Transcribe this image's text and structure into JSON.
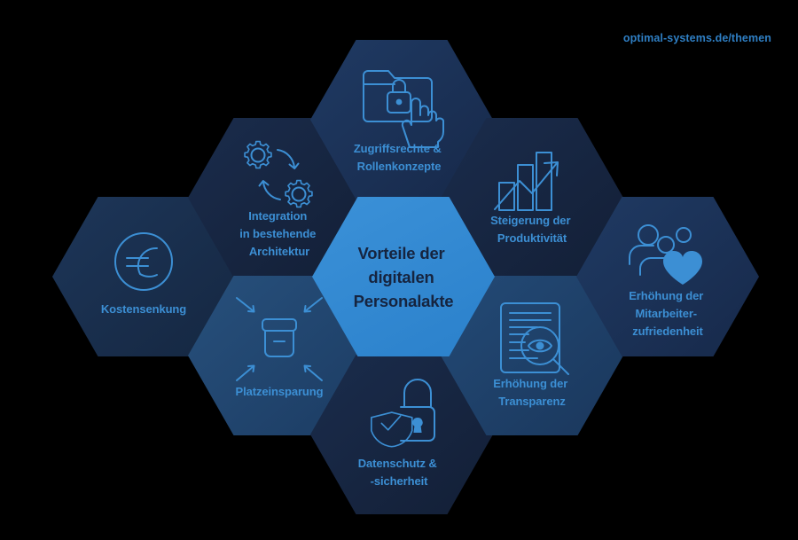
{
  "page": {
    "background_color": "#000000",
    "url_watermark": "optimal-systems.de/themen",
    "watermark_color": "#2f7fc4"
  },
  "center": {
    "name": "center-hexagon",
    "line1": "Vorteile der",
    "line2": "digitalen",
    "line3": "Personalakte",
    "fill_color": "#3086d1",
    "text_color": "#16243f"
  },
  "palette": {
    "hex_dark": "#16243f",
    "hex_mid": "#1b3257",
    "hex_light": "#23466e",
    "accent": "#3c8fd4",
    "center_blue": "#3086d1"
  },
  "hexagons": [
    {
      "id": "zugriffsrechte",
      "icon": "folder-lock-cursor-icon",
      "line1": "Zugriffsrechte &",
      "line2": "Rollenkonzepte",
      "fill_color": "#1b3257"
    },
    {
      "id": "integration",
      "icon": "gears-cycle-icon",
      "line1": "Integration",
      "line2": "in bestehende",
      "line3": "Architektur",
      "fill_color": "#16243f"
    },
    {
      "id": "kostensenkung",
      "icon": "euro-coin-icon",
      "line1": "Kostensenkung",
      "fill_color": "#1b3257"
    },
    {
      "id": "platzeinsparung",
      "icon": "box-compress-arrows-icon",
      "line1": "Platzeinsparung",
      "fill_color": "#23466e"
    },
    {
      "id": "datenschutz",
      "icon": "padlock-shield-check-icon",
      "line1": "Datenschutz &",
      "line2": "-sicherheit",
      "fill_color": "#16243f"
    },
    {
      "id": "transparenz",
      "icon": "document-magnifier-eye-icon",
      "line1": "Erhöhung der",
      "line2": "Transparenz",
      "fill_color": "#1e4068"
    },
    {
      "id": "produktivitaet",
      "icon": "bar-chart-arrow-up-icon",
      "line1": "Steigerung der",
      "line2": "Produktivität",
      "fill_color": "#16243f"
    },
    {
      "id": "mitarbeiterzufriedenheit",
      "icon": "people-heart-icon",
      "line1": "Erhöhung der",
      "line2": "Mitarbeiter-",
      "line3": "zufriedenheit",
      "fill_color": "#1b3257"
    }
  ]
}
